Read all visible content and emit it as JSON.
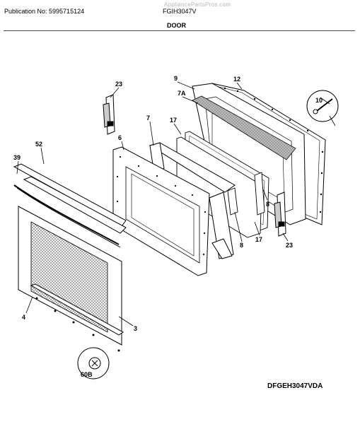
{
  "header": {
    "publication": "Publication No: 5995715124",
    "model": "FGIH3047V",
    "watermark": "AppliancePartsPros.com",
    "section": "DOOR"
  },
  "footer": {
    "diagram_code": "DFGEH3047VDA"
  },
  "callouts": {
    "c23a": "23",
    "c9": "9",
    "c12": "12",
    "c7a": "7A",
    "c10": "10",
    "c7": "7",
    "c17a": "17",
    "c6": "6",
    "c52": "52",
    "c39": "39",
    "c8a": "8",
    "c8b": "8",
    "c17b": "17",
    "c23b": "23",
    "c4": "4",
    "c3": "3",
    "c60b": "60B"
  }
}
